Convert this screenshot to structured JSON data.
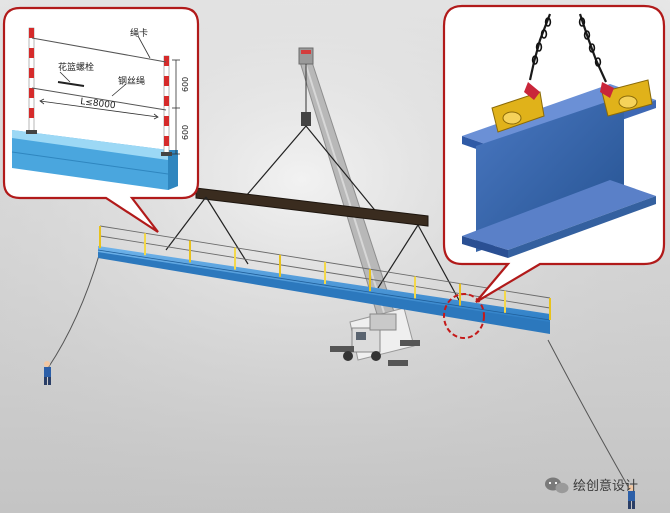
{
  "left_callout": {
    "label_rope_clip": "绳卡",
    "label_turnbuckle": "花篮螺栓",
    "label_wire_rope": "钢丝绳",
    "label_span": "L≤8000",
    "dim_upper": "600",
    "dim_lower": "600"
  },
  "right_callout": {
    "subject": "i-beam-with-lifting-clamps"
  },
  "watermark": {
    "text": "绘创意设计",
    "icon": "wechat-icon"
  },
  "colors": {
    "beam": "#3d8fd4",
    "callout_border": "#b11a1a",
    "spreader": "#3a2c1f",
    "clamp": "#e0b21a",
    "post_red": "#d52a2a"
  }
}
